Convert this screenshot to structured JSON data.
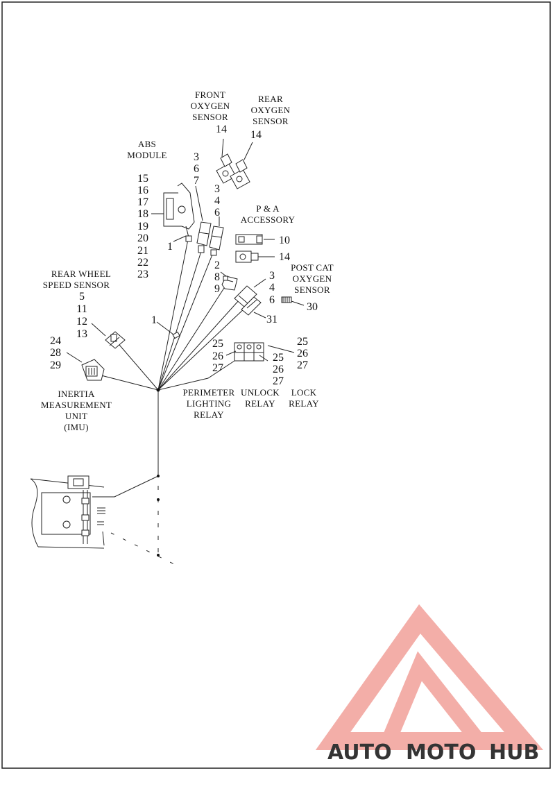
{
  "labels": {
    "front_oxygen_sensor": [
      "FRONT",
      "OXYGEN",
      "SENSOR"
    ],
    "rear_oxygen_sensor": [
      "REAR",
      "OXYGEN",
      "SENSOR"
    ],
    "abs_module": [
      "ABS",
      "MODULE"
    ],
    "pa_accessory": [
      "P & A",
      "ACCESSORY"
    ],
    "post_cat_oxygen_sensor": [
      "POST CAT",
      "OXYGEN",
      "SENSOR"
    ],
    "rear_wheel_speed_sensor": [
      "REAR WHEEL",
      "SPEED SENSOR"
    ],
    "imu": [
      "INERTIA",
      "MEASUREMENT",
      "UNIT",
      "(IMU)"
    ],
    "perimeter_lighting_relay": [
      "PERIMETER",
      "LIGHTING",
      "RELAY"
    ],
    "unlock_relay": [
      "UNLOCK",
      "RELAY"
    ],
    "lock_relay": [
      "LOCK",
      "RELAY"
    ]
  },
  "callouts": {
    "front_o2": "14",
    "rear_o2": "14",
    "abs_list": [
      "15",
      "16",
      "17",
      "18",
      "19",
      "20",
      "21",
      "22",
      "23"
    ],
    "abs_clip": "1",
    "conn_a": [
      "3",
      "6",
      "7"
    ],
    "conn_b": [
      "3",
      "4",
      "6"
    ],
    "pa_top": "10",
    "pa_bottom": "14",
    "conn_c": [
      "2",
      "8",
      "9"
    ],
    "post_cat_conn": [
      "3",
      "4",
      "6"
    ],
    "post_cat_sensor": "30",
    "post_cat_plug": "31",
    "wheel_speed": [
      "5",
      "11",
      "12",
      "13"
    ],
    "mid_clip": "1",
    "imu": [
      "24",
      "28",
      "29"
    ],
    "relay_left": [
      "25",
      "26",
      "27"
    ],
    "relay_mid": [
      "25",
      "26",
      "27"
    ],
    "relay_right": [
      "25",
      "26",
      "27"
    ]
  },
  "watermark": {
    "auto": "AUTO",
    "moto": "MOTO",
    "hub": "HUB",
    "colors": {
      "auto": "#f7c59a",
      "moto": "#f08a80",
      "hub": "#888888",
      "triangle": "#f2a09a"
    }
  }
}
